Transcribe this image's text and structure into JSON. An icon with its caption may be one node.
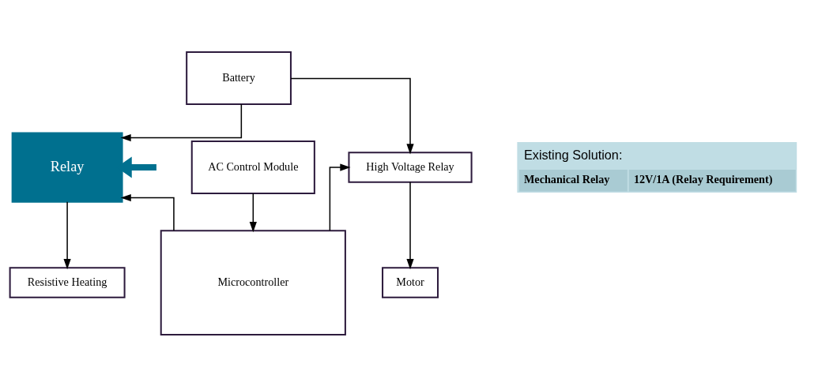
{
  "diagram": {
    "nodes": [
      {
        "text": [
          "Battery"
        ]
      },
      {
        "text": [
          "High Voltage Relay"
        ]
      },
      {
        "text": [
          "Motor"
        ]
      },
      {
        "text": [
          "Microcontroller"
        ]
      },
      {
        "text": [
          "Relay"
        ]
      },
      {
        "text": [
          "Resistive Heating"
        ]
      },
      {
        "text": [
          "AC Control Module"
        ]
      }
    ],
    "edges": [
      {
        "from": 0,
        "to": 4,
        "arrow": "to"
      },
      {
        "from": 0,
        "to": 1,
        "arrow": "to"
      },
      {
        "from": 1,
        "to": 2,
        "arrow": "to"
      },
      {
        "from": 3,
        "to": 1,
        "arrow": "to"
      },
      {
        "from": 3,
        "to": 4,
        "arrow": "to"
      },
      {
        "from": 4,
        "to": 5,
        "arrow": "to"
      },
      {
        "from": 6,
        "to": 3,
        "arrow": "to"
      },
      {
        "from": null,
        "to": 4,
        "arrow": "to",
        "style": "thick",
        "color": "#00708f"
      }
    ],
    "labels": [
      "Existing Solution:",
      "Mechanical Relay",
      "12V/1A (Relay Requirement)"
    ]
  }
}
